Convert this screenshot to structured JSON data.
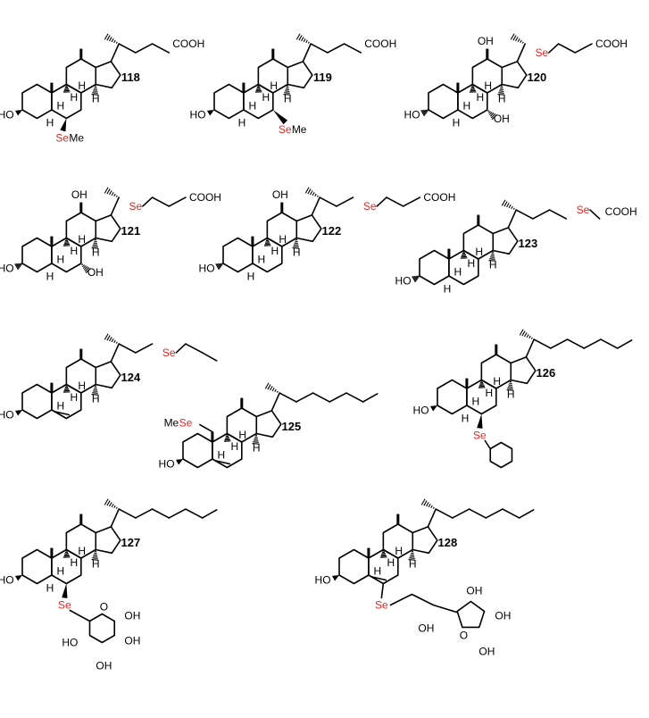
{
  "compounds": [
    {
      "number": "118",
      "se_label": "Se",
      "se_suffix": "Me",
      "acid": "COOH",
      "oh": "HO"
    },
    {
      "number": "119",
      "se_label": "Se",
      "se_suffix": "Me",
      "acid": "COOH",
      "oh": "HO"
    },
    {
      "number": "120",
      "se_label": "Se",
      "acid": "COOH",
      "oh": "HO",
      "oh2": "OH",
      "oh3": "OH"
    },
    {
      "number": "121",
      "se_label": "Se",
      "acid": "COOH",
      "oh": "HO",
      "oh2": "OH",
      "oh3": "OH"
    },
    {
      "number": "122",
      "se_label": "Se",
      "acid": "COOH",
      "oh": "HO",
      "oh2": "OH"
    },
    {
      "number": "123",
      "se_label": "Se",
      "acid": "COOH",
      "oh": "HO"
    },
    {
      "number": "124",
      "se_label": "Se",
      "oh": "HO"
    },
    {
      "number": "125",
      "se_label": "Se",
      "se_prefix": "Me",
      "oh": "HO"
    },
    {
      "number": "126",
      "se_label": "Se",
      "oh": "HO"
    },
    {
      "number": "127",
      "se_label": "Se",
      "oh": "HO",
      "sugar_oh": [
        "OH",
        "OH",
        "OH",
        "HO",
        "O"
      ]
    },
    {
      "number": "128",
      "se_label": "Se",
      "oh": "HO",
      "side_oh": [
        "OH",
        "OH",
        "OH",
        "OH",
        "O"
      ]
    }
  ],
  "atoms": {
    "H": "H",
    "OH": "OH",
    "HO": "HO",
    "O": "O"
  }
}
